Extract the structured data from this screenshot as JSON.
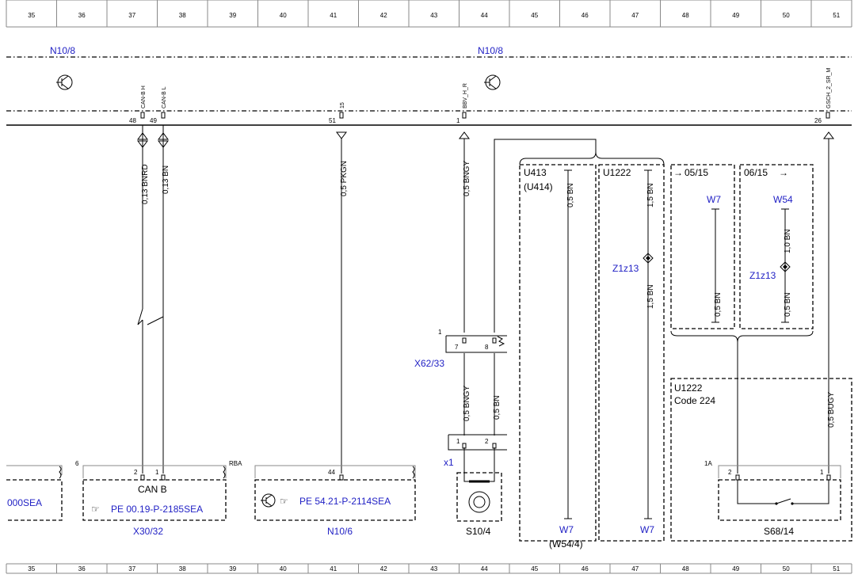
{
  "ruler": {
    "columns": [
      "35",
      "36",
      "37",
      "38",
      "39",
      "40",
      "41",
      "42",
      "43",
      "44",
      "45",
      "46",
      "47",
      "48",
      "49",
      "50",
      "51"
    ]
  },
  "modules": {
    "left_title": "N10/8",
    "right_title": "N10/8"
  },
  "pins": {
    "can_b_h": {
      "signal": "CAN-B H",
      "num": "48"
    },
    "can_b_l": {
      "signal": "CAN-B L",
      "num": "49"
    },
    "p15": {
      "signal": "15",
      "num": "51"
    },
    "bbv": {
      "signal": "BBV_H_R",
      "num": "1"
    },
    "gsch": {
      "signal": "GSCH_2_SR_M",
      "num": "26"
    }
  },
  "wires": {
    "w1": "0,13 BNRD",
    "w2": "0,13 BN",
    "w3": "0,5 PKGN",
    "w4": "0,5 BNGY",
    "w5": "0,5 BNGY",
    "w6": "0,5 BN",
    "w7": "0,5 BUGY",
    "u413_w": "0,5 BN",
    "u1222_w1": "1,5 BN",
    "u1222_w2": "1,5 BN",
    "v0515_w": "0,5 BN",
    "v0615_w1": "1,0 BN",
    "v0615_w2": "0,5 BN"
  },
  "variants": {
    "u413": "U413",
    "u414": "(U414)",
    "u1222": "U1222",
    "v0515": "05/15",
    "v0615": "06/15",
    "u1222b": "U1222",
    "code224": "Code 224"
  },
  "refs": {
    "w7_a": "W7",
    "w54": "W54",
    "z1z13_a": "Z1z13",
    "z1z13_b": "Z1z13",
    "w7_u413": "W7",
    "w54_4": "(W54/4)",
    "w7_u1222": "W7"
  },
  "connectors": {
    "x62": "X62/33",
    "x62_pin1": "1",
    "x62_pin7": "7",
    "x62_pin8": "8",
    "x1": "x1",
    "x1_pin1": "1",
    "x1_pin2": "2"
  },
  "components": {
    "left_ref": "000SEA",
    "x30_marker": "6",
    "x30_pin2": "2",
    "x30_pin1": "1",
    "can_b": "CAN B",
    "x30_ref": "PE 00.19-P-2185SEA",
    "x30_name": "X30/32",
    "rba": "RBA",
    "n106_pin": "44",
    "n106_ref": "PE 54.21-P-2114SEA",
    "n106_name": "N10/6",
    "s104_name": "S10/4",
    "s68_marker": "1A",
    "s68_pin2": "2",
    "s68_pin1": "1",
    "s68_name": "S68/14"
  },
  "colors": {
    "link_blue": "#1f1fc4",
    "line": "#000000"
  }
}
